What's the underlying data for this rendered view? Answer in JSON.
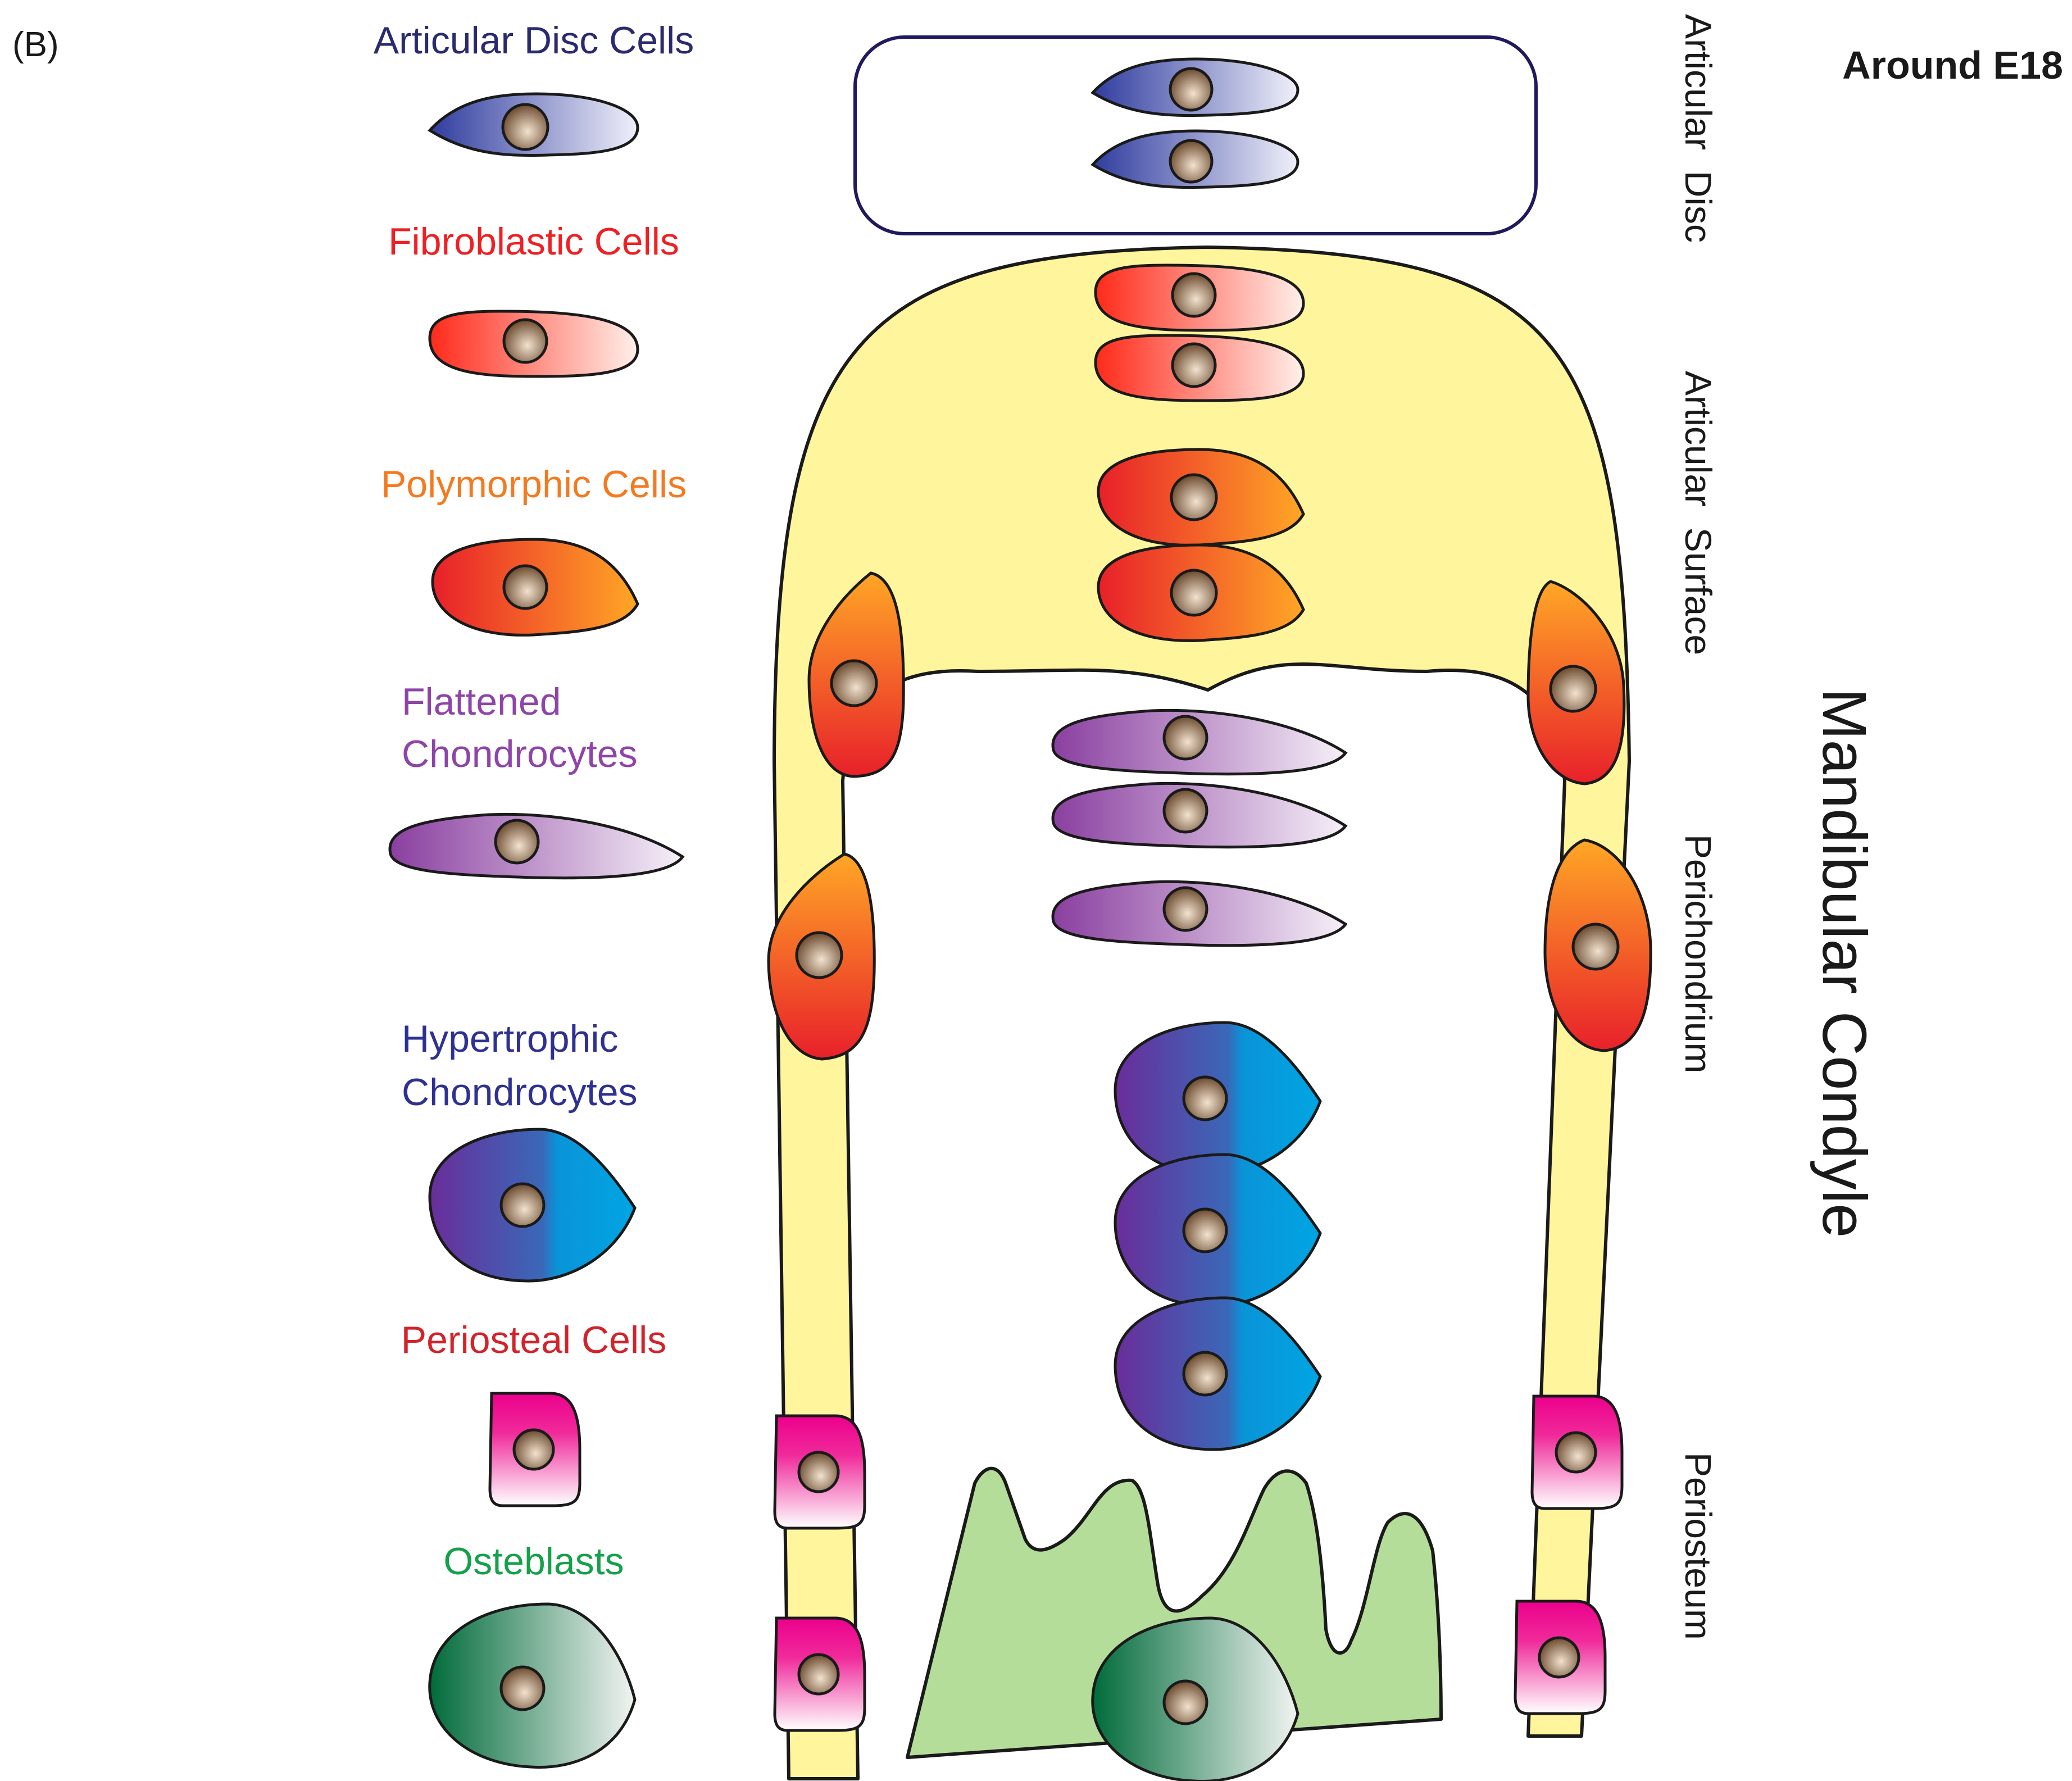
{
  "panel_label": "(B)",
  "stage_label": "Around E18",
  "structure_title": "Mandibular Condyle",
  "legend": {
    "articular_disc_cells": {
      "text": "Articular Disc Cells",
      "color": "#2a2a6e"
    },
    "fibroblastic_cells": {
      "text": "Fibroblastic Cells",
      "color": "#ee2024"
    },
    "polymorphic_cells": {
      "text": "Polymorphic Cells",
      "color": "#f47a20"
    },
    "flattened_chondrocytes": {
      "line1": "Flattened",
      "line2": "Chondrocytes",
      "color": "#8e44a8"
    },
    "hypertrophic_chondrocytes": {
      "line1": "Hypertrophic",
      "line2": "Chondrocytes",
      "color": "#2e3192"
    },
    "periosteal_cells": {
      "text": "Periosteal Cells",
      "color": "#d2232a"
    },
    "osteblasts": {
      "text": "Osteblasts",
      "color": "#15a04a"
    }
  },
  "region_labels": {
    "articular_disc": "Articular  Disc",
    "articular_surface": "Articular  Surface",
    "perichondrium": "Perichondrium",
    "periosteum": "Periosteum"
  },
  "colors": {
    "cartilage_fill": "#fff59d",
    "bone_fill": "#b5dd9a",
    "outline": "#1a1a1a",
    "disc_box_stroke": "#1f1a5e",
    "nucleus_dark": "#6b4a2e",
    "nucleus_light": "#f2e2cf"
  }
}
